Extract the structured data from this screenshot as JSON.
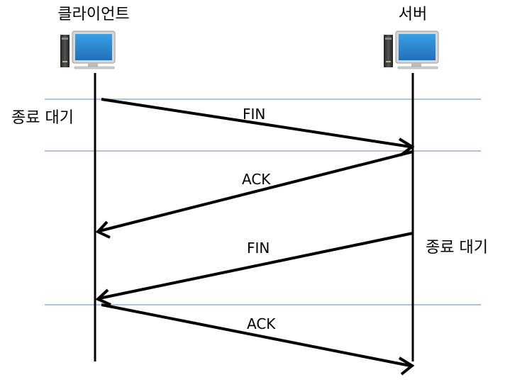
{
  "endpoints": {
    "client": {
      "title": "클라이언트",
      "icon": "computer-icon"
    },
    "server": {
      "title": "서버",
      "icon": "computer-icon"
    }
  },
  "states": {
    "client_wait": "종료 대기",
    "server_wait": "종료 대기"
  },
  "messages": [
    {
      "label": "FIN",
      "from": "client",
      "to": "server"
    },
    {
      "label": "ACK",
      "from": "server",
      "to": "client"
    },
    {
      "label": "FIN",
      "from": "server",
      "to": "client"
    },
    {
      "label": "ACK",
      "from": "client",
      "to": "server"
    }
  ],
  "colors": {
    "separator": "#7f9fc4",
    "line": "#000000",
    "monitor_screen": "#2f8fd8",
    "monitor_frame": "#d7d7d7",
    "tower": "#3a3a3a"
  }
}
